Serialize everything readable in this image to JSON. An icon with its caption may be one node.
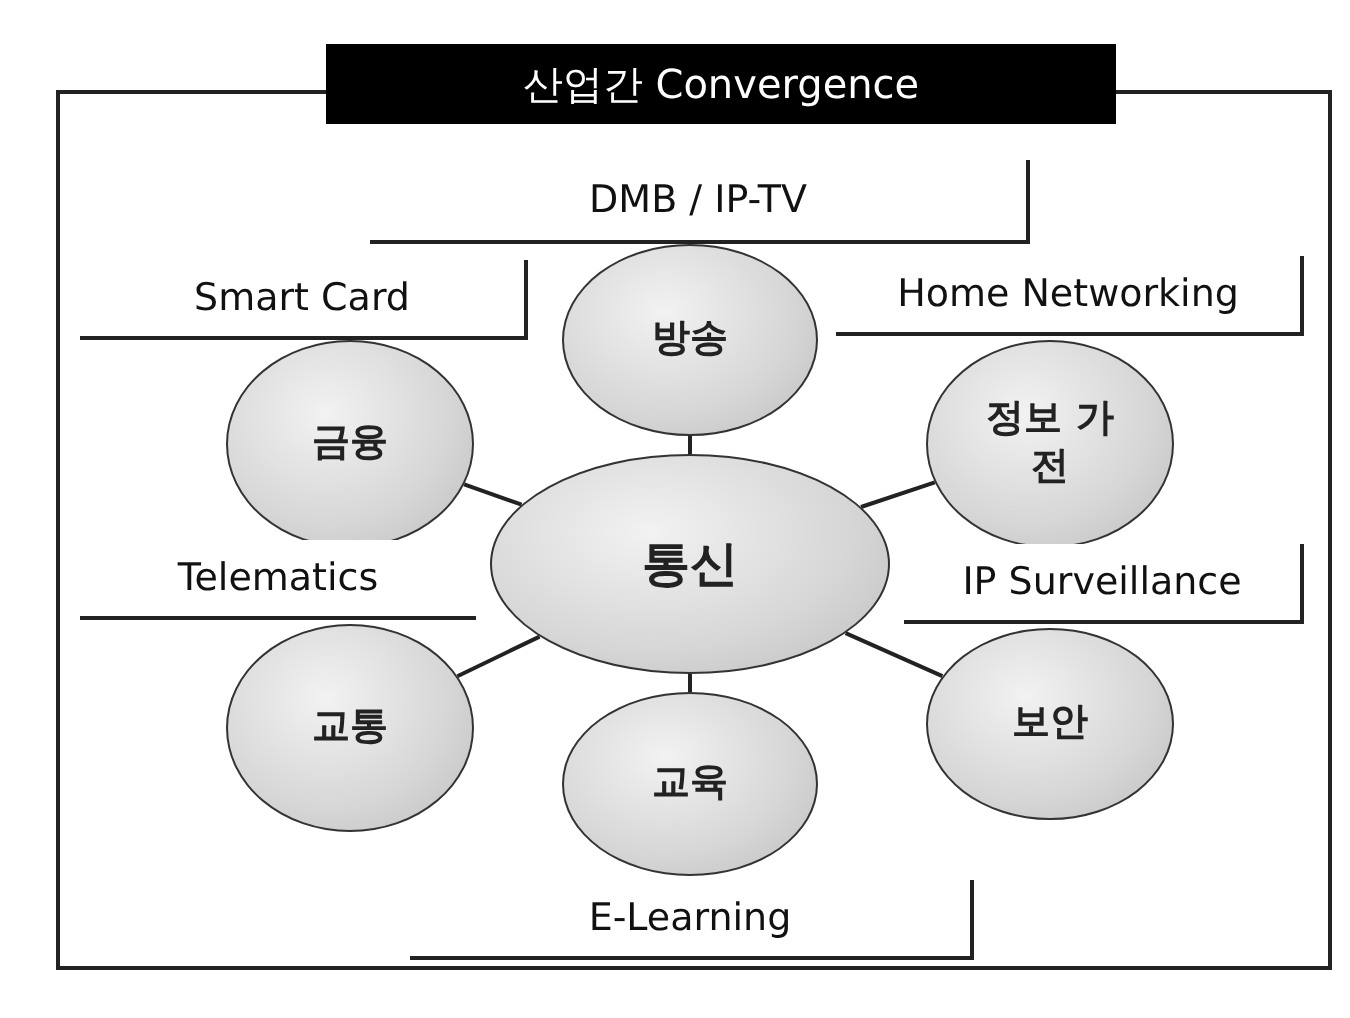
{
  "diagram": {
    "title": "산업간 Convergence",
    "nodes": [
      {
        "text": [
          "통신"
        ]
      },
      {
        "text": [
          "방송"
        ],
        "beside": [
          "DMB / IP-TV"
        ]
      },
      {
        "text": [
          "금융"
        ],
        "beside": [
          "Smart Card"
        ]
      },
      {
        "text": [
          "정보 가전"
        ],
        "beside": [
          "Home Networking"
        ]
      },
      {
        "text": [
          "교통"
        ],
        "beside": [
          "Telematics"
        ]
      },
      {
        "text": [
          "보안"
        ],
        "beside": [
          "IP Surveillance"
        ]
      },
      {
        "text": [
          "교육"
        ],
        "beside": [
          "E-Learning"
        ]
      }
    ],
    "edges": [
      {
        "from": 0,
        "to": 1,
        "arrow": "none"
      },
      {
        "from": 0,
        "to": 2,
        "arrow": "none"
      },
      {
        "from": 0,
        "to": 3,
        "arrow": "none"
      },
      {
        "from": 0,
        "to": 4,
        "arrow": "none"
      },
      {
        "from": 0,
        "to": 5,
        "arrow": "none"
      },
      {
        "from": 0,
        "to": 6,
        "arrow": "none"
      }
    ]
  }
}
